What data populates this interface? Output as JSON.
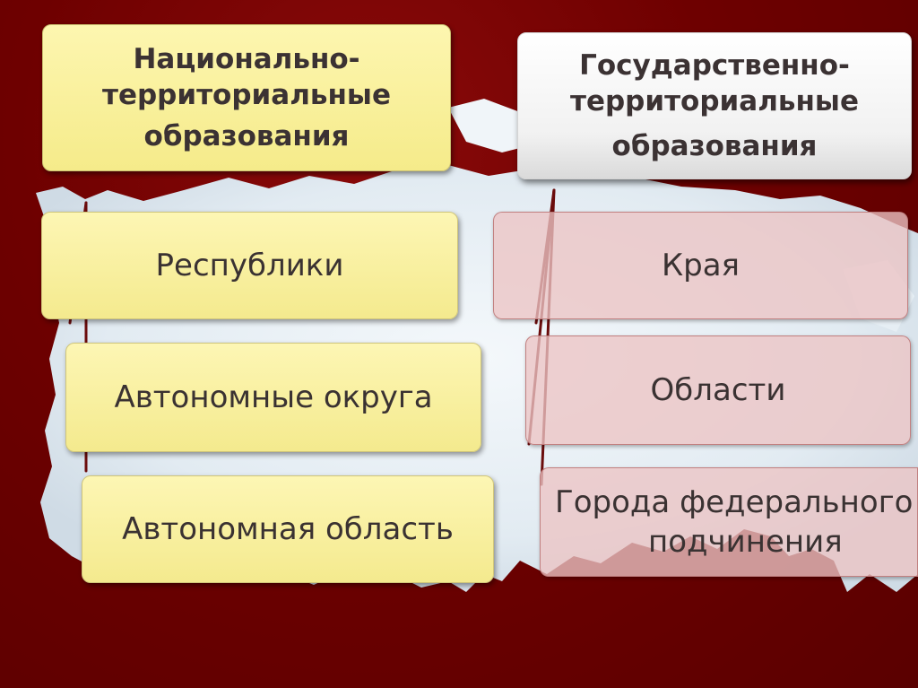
{
  "left_column": {
    "header": {
      "line1": "Национально-",
      "line2": "территориальные",
      "line3": "образования"
    },
    "items": [
      {
        "label": "Республики"
      },
      {
        "label": "Автономные округа"
      },
      {
        "label": "Автономная область"
      }
    ]
  },
  "right_column": {
    "header": {
      "line1": "Государственно-",
      "line2": "территориальные",
      "line3": "образования"
    },
    "items": [
      {
        "label": "Края"
      },
      {
        "label": "Области"
      },
      {
        "label_line1": "Города федерального",
        "label_line2": "подчинения"
      }
    ]
  },
  "colors": {
    "background": "#6e0000",
    "map": "#e9f0f5",
    "yellow_box": "#f7ee9a",
    "pink_box": "#ecc4c4",
    "connector": "#6b0c0c"
  }
}
